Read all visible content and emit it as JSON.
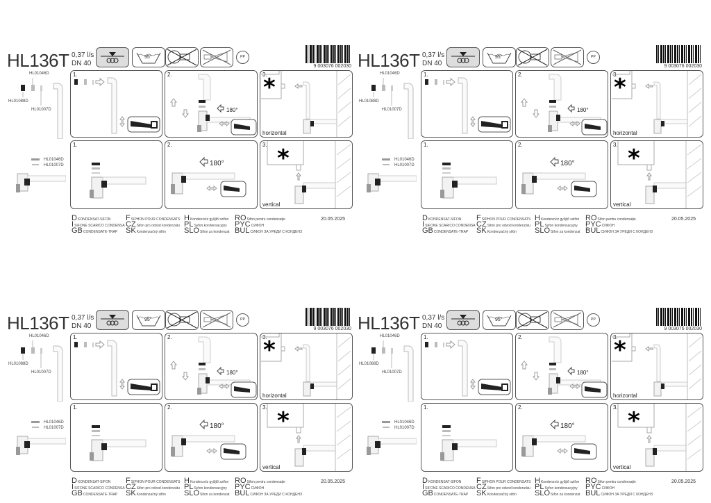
{
  "sheet": {
    "title": "HL136T",
    "flow_rate": "0,37 l/s",
    "diameter": "DN 40",
    "temperature": "95°",
    "barcode_number": "9   003076   002030",
    "parts": {
      "part_a": "HL01046D",
      "part_b": "HL01088D",
      "part_c": "HL01007D"
    },
    "panels_top": [
      {
        "num": "1."
      },
      {
        "num": "2.",
        "angle": "180°"
      },
      {
        "num": "3.",
        "caption": "horizontal"
      }
    ],
    "panels_bottom": [
      {
        "num": "1."
      },
      {
        "num": "2.",
        "angle": "180°"
      },
      {
        "num": "3.",
        "caption": "vertical"
      }
    ],
    "date": "20.05.2025",
    "languages": [
      {
        "code": "D",
        "text": "KONDENSAT-SIFON"
      },
      {
        "code": "I",
        "text": "SIFONE SCARICO CONDENSA"
      },
      {
        "code": "GB",
        "text": "CONDENSATE-TRAP"
      },
      {
        "code": "F",
        "text": "SIPHON POUR CONDENSATS"
      },
      {
        "code": "CZ",
        "text": "Sifon pro odvod kondenzátu"
      },
      {
        "code": "SK",
        "text": "Kondenzačný sifón"
      },
      {
        "code": "H",
        "text": "Kondenzvíz gyűjtő szifon"
      },
      {
        "code": "PL",
        "text": "Syfon kondensacyjny"
      },
      {
        "code": "SLO",
        "text": "Sifon za kondenzat"
      },
      {
        "code": "RO",
        "text": "Sifon pentru condensație"
      },
      {
        "code": "PYC",
        "text": "СИФОН"
      },
      {
        "code": "BUL",
        "text": "СИФОН ЗА УРЕДИ С КОНДЕНЗ"
      }
    ]
  }
}
